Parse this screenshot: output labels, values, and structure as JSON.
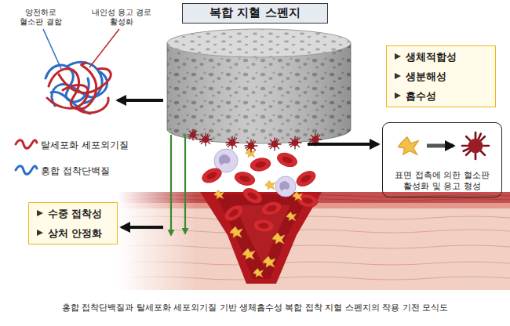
{
  "diagram": {
    "title": "복합 지혈 스펜지",
    "caption": "홍합 접착단백질과 탈세포화 세포외기질 기반 생체흡수성 복합 접착 지혈 스펜지의 작용 기전 모식도",
    "nodes": [
      {
        "text": [
          "생체적합성",
          "생분해성",
          "흡수성"
        ]
      },
      {
        "text": [
          "표면 접촉에 의한 혈소판 활성화 및 응고 형성"
        ]
      },
      {
        "text": [
          "수중 접착성",
          "상처 안정화"
        ]
      }
    ],
    "labels": [
      "양전하로 혈소판 결합",
      "내인성 응고 경로 활성화"
    ],
    "legend": [
      {
        "text": "탈세포화 세포외기질"
      },
      {
        "text": "홍합 접착단백질"
      }
    ]
  }
}
